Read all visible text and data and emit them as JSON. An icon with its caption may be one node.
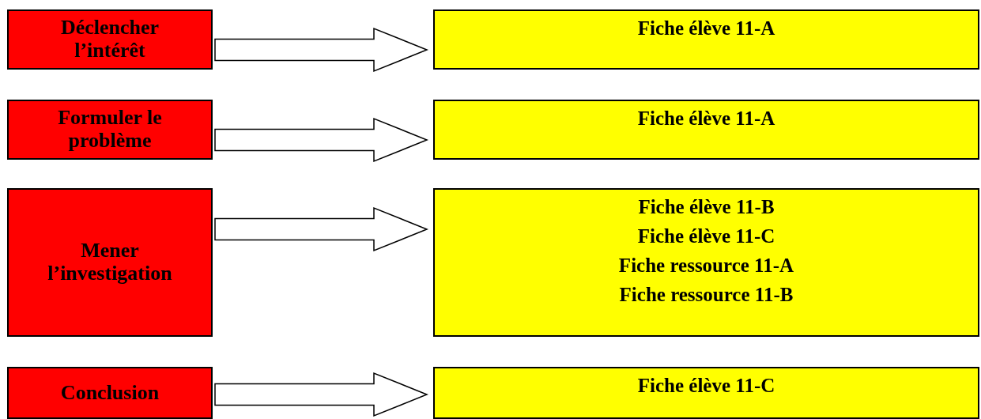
{
  "diagram": {
    "nodes": [
      {
        "text": [
          "Déclencher l’intérêt"
        ]
      },
      {
        "text": [
          "Fiche élève 11-A"
        ]
      },
      {
        "text": [
          "Formuler le problème"
        ]
      },
      {
        "text": [
          "Fiche élève 11-A"
        ]
      },
      {
        "text": [
          "Mener l’investigation"
        ]
      },
      {
        "text": [
          "Fiche élève 11-B",
          "Fiche élève 11-C",
          "Fiche ressource 11-A",
          "Fiche ressource 11-B"
        ]
      },
      {
        "text": [
          "Conclusion"
        ]
      },
      {
        "text": [
          "Fiche élève 11-C"
        ]
      }
    ],
    "edges": [
      {
        "from": 0,
        "to": 1,
        "arrow": "to"
      },
      {
        "from": 2,
        "to": 3,
        "arrow": "to"
      },
      {
        "from": 4,
        "to": 5,
        "arrow": "to"
      },
      {
        "from": 6,
        "to": 7,
        "arrow": "to"
      }
    ]
  }
}
